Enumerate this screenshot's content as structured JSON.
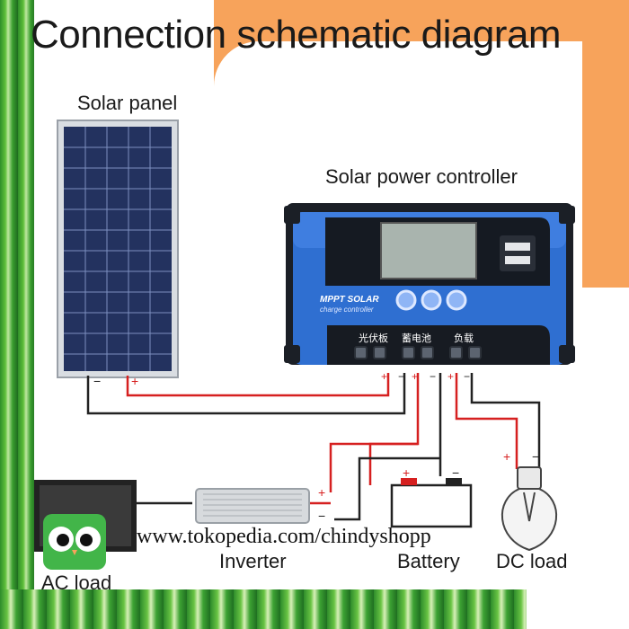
{
  "title": "Connection schematic diagram",
  "labels": {
    "solar_panel": "Solar panel",
    "controller": "Solar power controller",
    "inverter": "Inverter",
    "battery": "Battery",
    "dc_load": "DC load",
    "ac_load": "AC load"
  },
  "controller_face": {
    "brand_line1": "MPPT SOLAR",
    "brand_line2": "charge controller",
    "terminal_group1": "光伏板",
    "terminal_group2": "蓄电池",
    "terminal_group3": "负载"
  },
  "polarity": {
    "minus": "−",
    "plus": "+"
  },
  "watermark": "www.tokopedia.com/chindyshopp",
  "colors": {
    "positive_wire": "#d62020",
    "negative_wire": "#222222",
    "controller_body": "#2f6fd1",
    "accent_orange": "#f7a35b",
    "background_green": "#3a9e2f"
  }
}
